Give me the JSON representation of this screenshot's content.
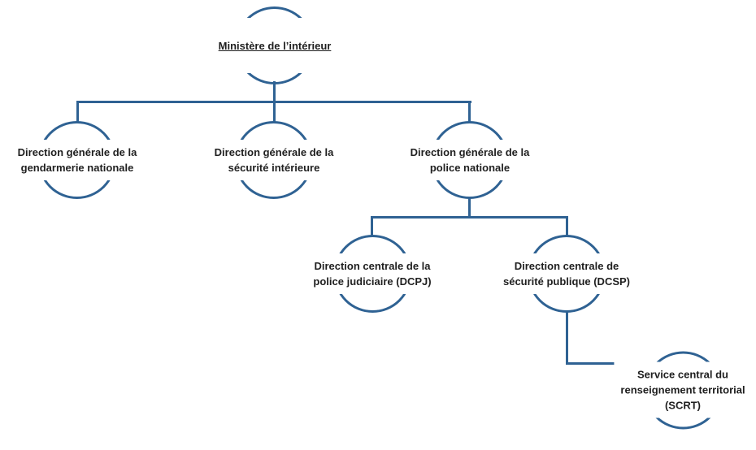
{
  "colors": {
    "line": "#2f6293",
    "circle_border": "#2f6293",
    "text": "#1f1f1f",
    "background": "#ffffff"
  },
  "org_chart": {
    "type": "hierarchy",
    "nodes": [
      {
        "id": "ministere",
        "parent": null,
        "underlined": true,
        "lines": [
          "Ministère de l’intérieur"
        ]
      },
      {
        "id": "dggn",
        "parent": "ministere",
        "underlined": false,
        "lines": [
          "Direction générale de la",
          "gendarmerie nationale"
        ]
      },
      {
        "id": "dgsi",
        "parent": "ministere",
        "underlined": false,
        "lines": [
          "Direction générale de la",
          "sécurité intérieure"
        ]
      },
      {
        "id": "dgpn",
        "parent": "ministere",
        "underlined": false,
        "lines": [
          "Direction générale de la",
          "police nationale"
        ]
      },
      {
        "id": "dcpj",
        "parent": "dgpn",
        "underlined": false,
        "lines": [
          "Direction centrale de la",
          "police judiciaire (DCPJ)"
        ]
      },
      {
        "id": "dcsp",
        "parent": "dgpn",
        "underlined": false,
        "lines": [
          "Direction centrale de",
          "sécurité publique (DCSP)"
        ]
      },
      {
        "id": "scrt",
        "parent": "dcsp",
        "underlined": false,
        "lines": [
          "Service central du",
          "renseignement territorial",
          "(SCRT)"
        ]
      }
    ]
  }
}
